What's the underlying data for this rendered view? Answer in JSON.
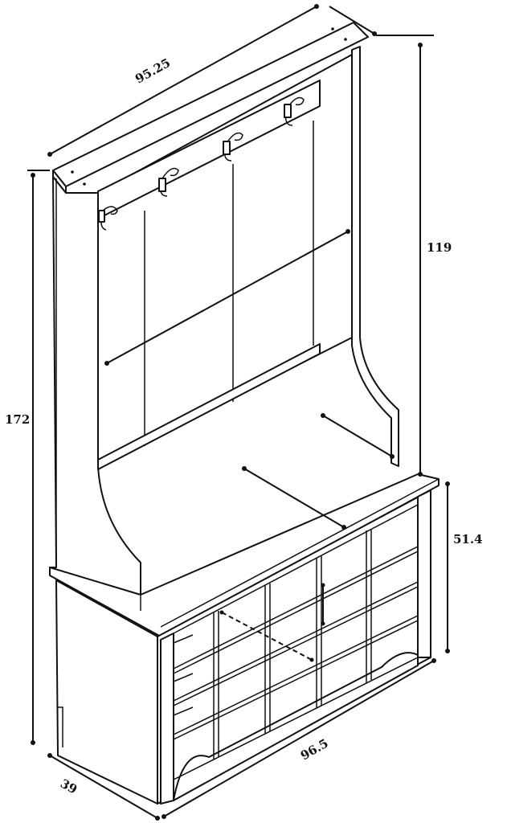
{
  "diagram": {
    "subject": "hall tree with shoe cubbies and coat hooks",
    "dimensions": {
      "top_width": "95.25",
      "upper_height": "119",
      "total_height": "172",
      "bench_height": "51.4",
      "depth": "39",
      "base_width": "96.5"
    },
    "colors": {
      "line": "#111111",
      "background": "#ffffff"
    }
  }
}
